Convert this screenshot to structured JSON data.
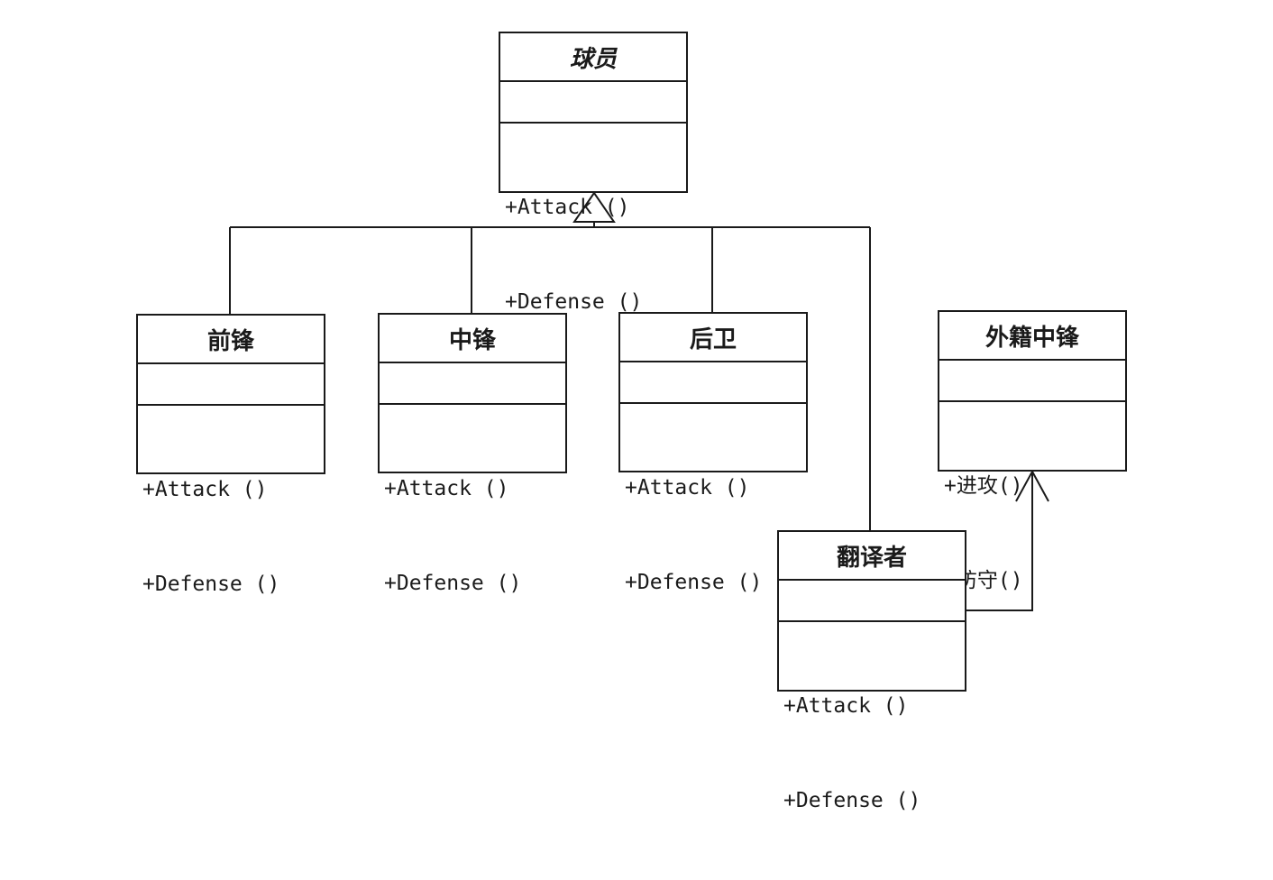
{
  "diagram": {
    "type": "uml-class-diagram",
    "classes": {
      "player": {
        "name": "球员",
        "abstract": true,
        "operations": [
          "+Attack ()",
          "+Defense ()"
        ]
      },
      "forward": {
        "name": "前锋",
        "operations": [
          "+Attack ()",
          "+Defense ()"
        ]
      },
      "center": {
        "name": "中锋",
        "operations": [
          "+Attack ()",
          "+Defense ()"
        ]
      },
      "guard": {
        "name": "后卫",
        "operations": [
          "+Attack ()",
          "+Defense ()"
        ]
      },
      "foreign_center": {
        "name": "外籍中锋",
        "operations": [
          "+进攻()",
          "+防守()"
        ]
      },
      "translator": {
        "name": "翻译者",
        "operations": [
          "+Attack ()",
          "+Defense ()"
        ]
      }
    },
    "relationships": [
      {
        "type": "generalization",
        "from": "forward",
        "to": "player"
      },
      {
        "type": "generalization",
        "from": "center",
        "to": "player"
      },
      {
        "type": "generalization",
        "from": "guard",
        "to": "player"
      },
      {
        "type": "generalization",
        "from": "translator",
        "to": "player"
      },
      {
        "type": "association",
        "from": "translator",
        "to": "foreign_center"
      }
    ],
    "colors": {
      "line": "#1a1a1a",
      "background": "#ffffff"
    }
  }
}
